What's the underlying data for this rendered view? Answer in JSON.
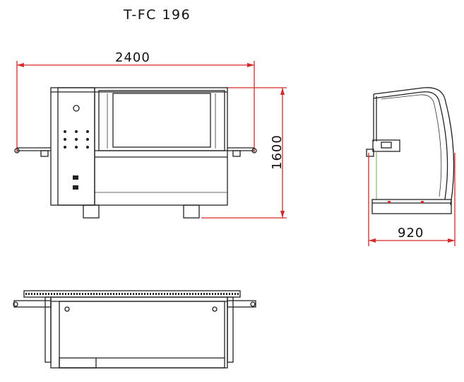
{
  "title": "T-FC 196",
  "dimensions": {
    "width": "2400",
    "height": "1600",
    "depth": "920"
  }
}
